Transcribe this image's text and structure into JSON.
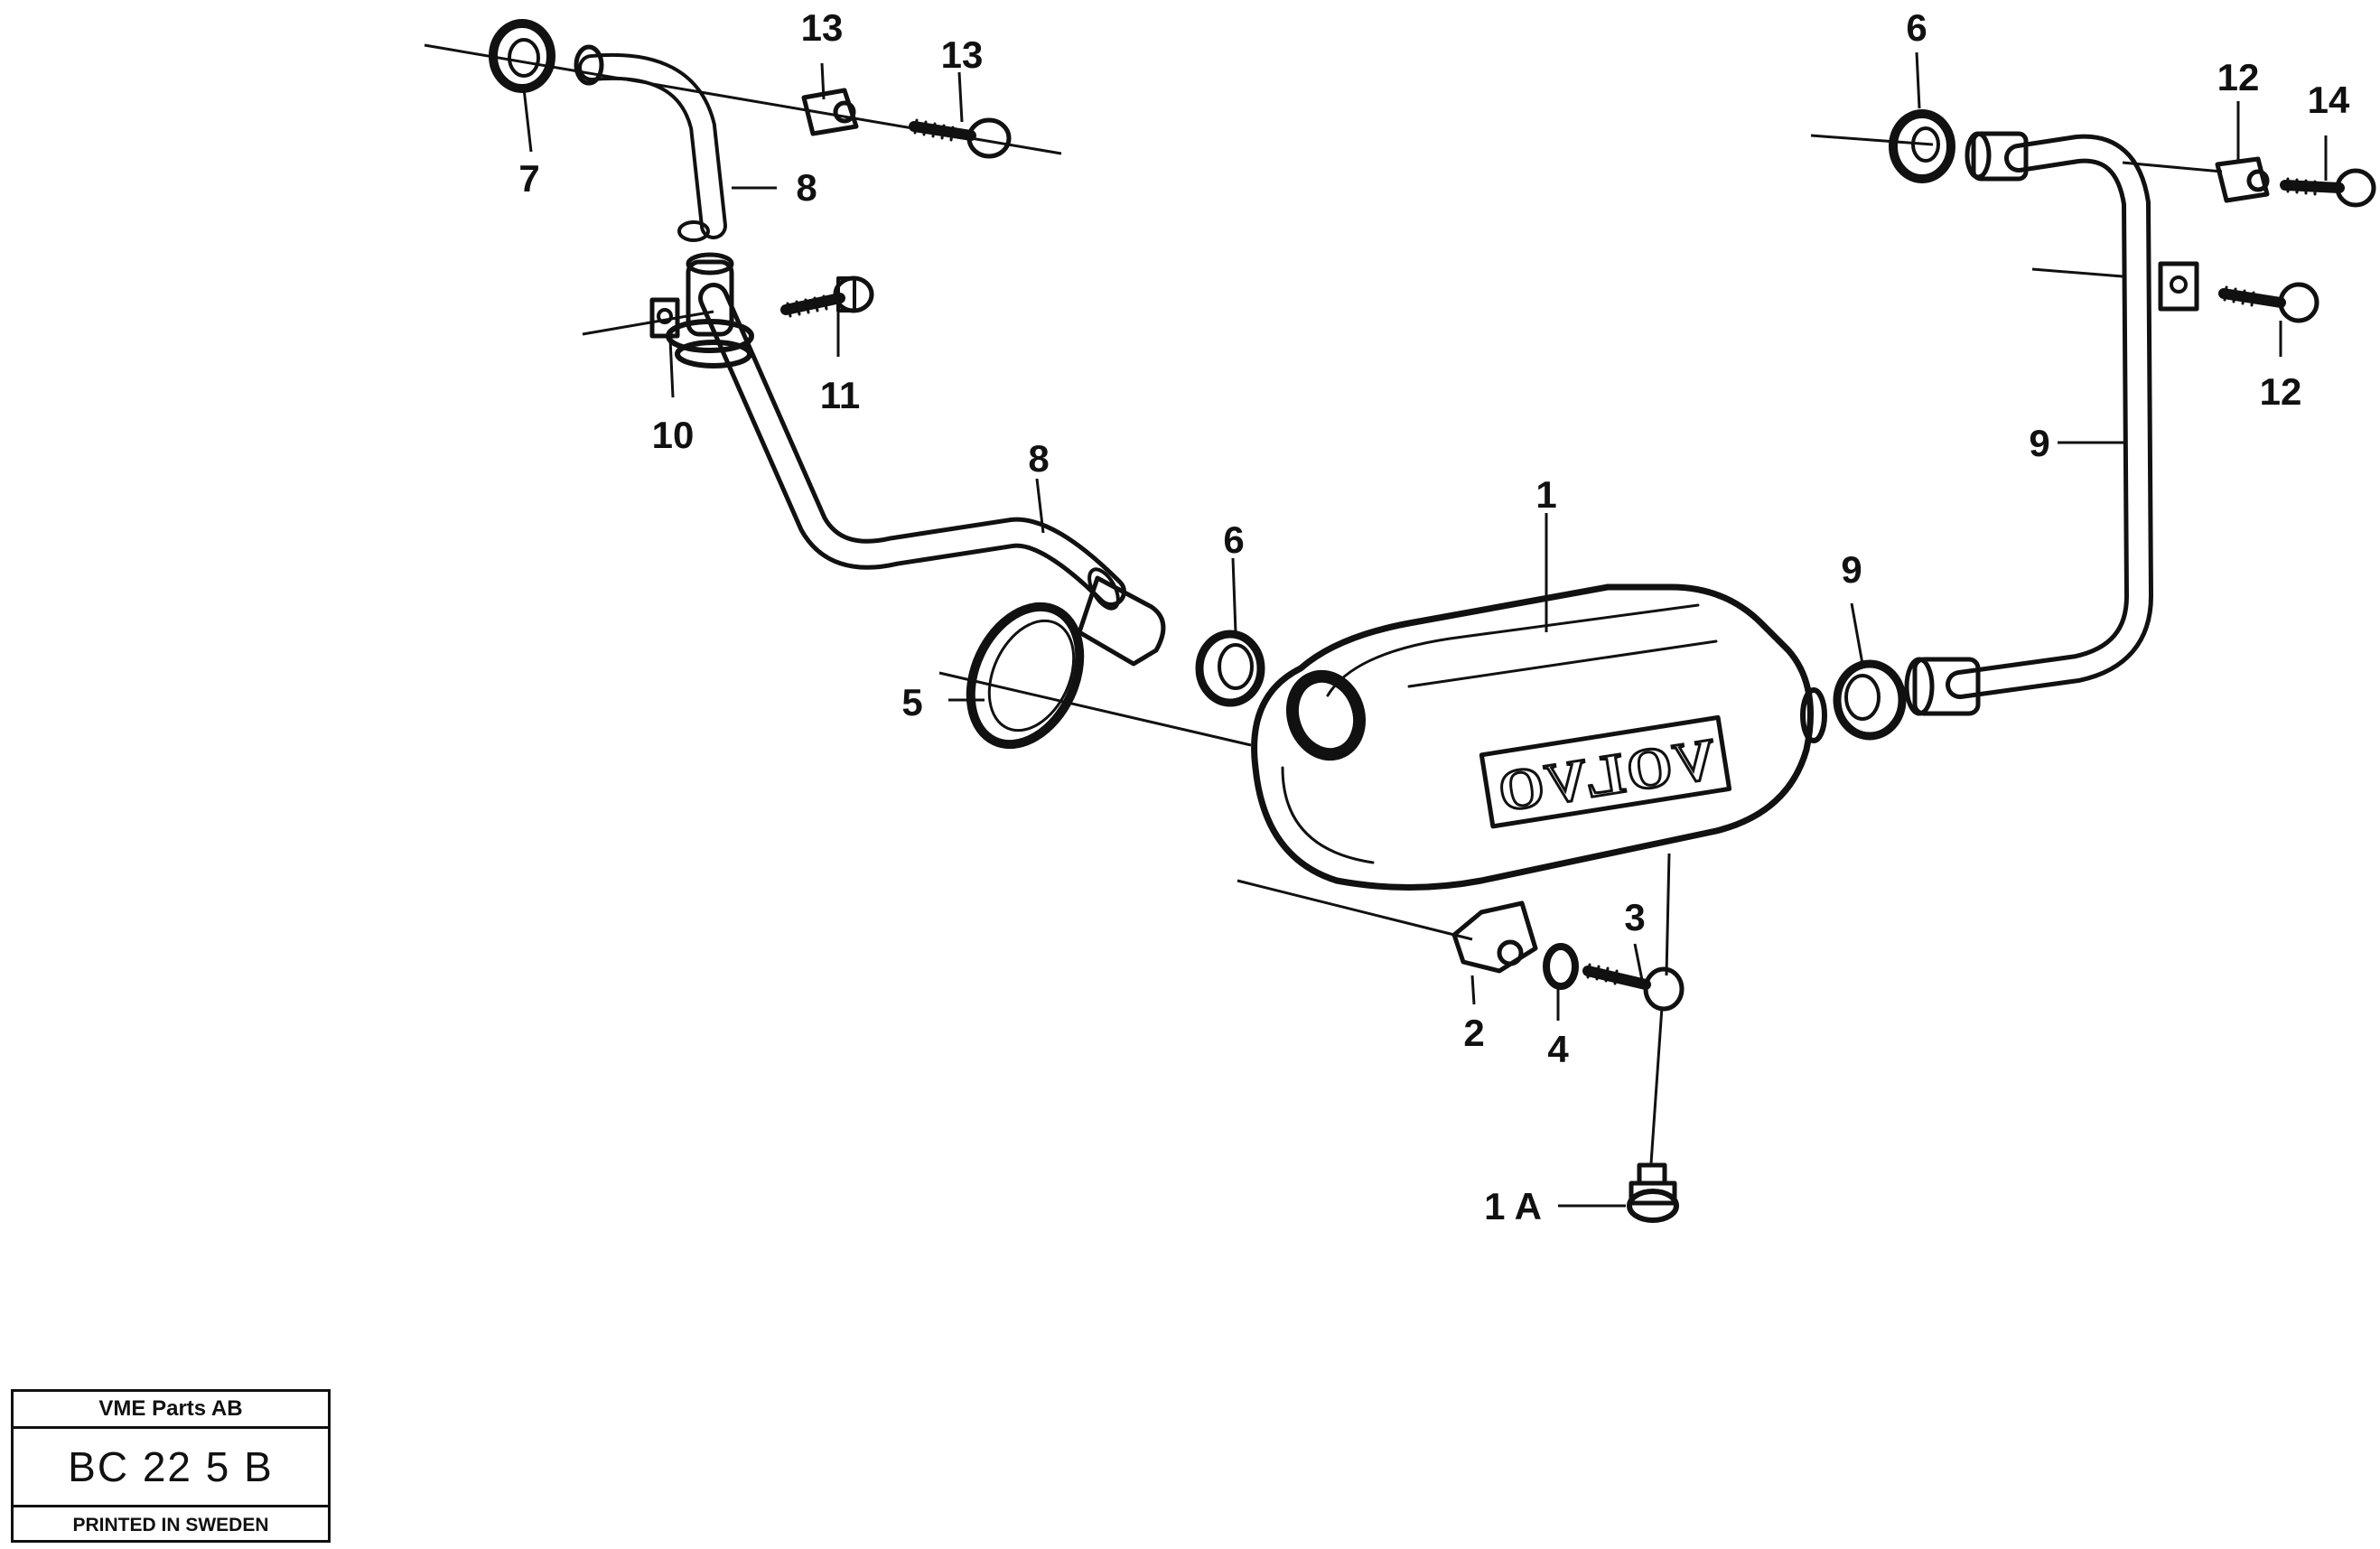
{
  "diagram": {
    "logo": "VOLVO",
    "callouts": [
      {
        "id": "c1",
        "text": "1"
      },
      {
        "id": "c1a",
        "text": "1 A"
      },
      {
        "id": "c2",
        "text": "2"
      },
      {
        "id": "c3",
        "text": "3"
      },
      {
        "id": "c4",
        "text": "4"
      },
      {
        "id": "c5",
        "text": "5"
      },
      {
        "id": "c6a",
        "text": "6"
      },
      {
        "id": "c6b",
        "text": "6"
      },
      {
        "id": "c7",
        "text": "7"
      },
      {
        "id": "c8a",
        "text": "8"
      },
      {
        "id": "c8b",
        "text": "8"
      },
      {
        "id": "c9a",
        "text": "9"
      },
      {
        "id": "c9b",
        "text": "9"
      },
      {
        "id": "c10",
        "text": "10"
      },
      {
        "id": "c11",
        "text": "11"
      },
      {
        "id": "c12a",
        "text": "12"
      },
      {
        "id": "c12b",
        "text": "12"
      },
      {
        "id": "c13a",
        "text": "13"
      },
      {
        "id": "c13b",
        "text": "13"
      },
      {
        "id": "c14",
        "text": "14"
      }
    ]
  },
  "footer": {
    "company": "VME Parts AB",
    "code": "BC 22 5 B",
    "printed": "PRINTED IN SWEDEN"
  }
}
